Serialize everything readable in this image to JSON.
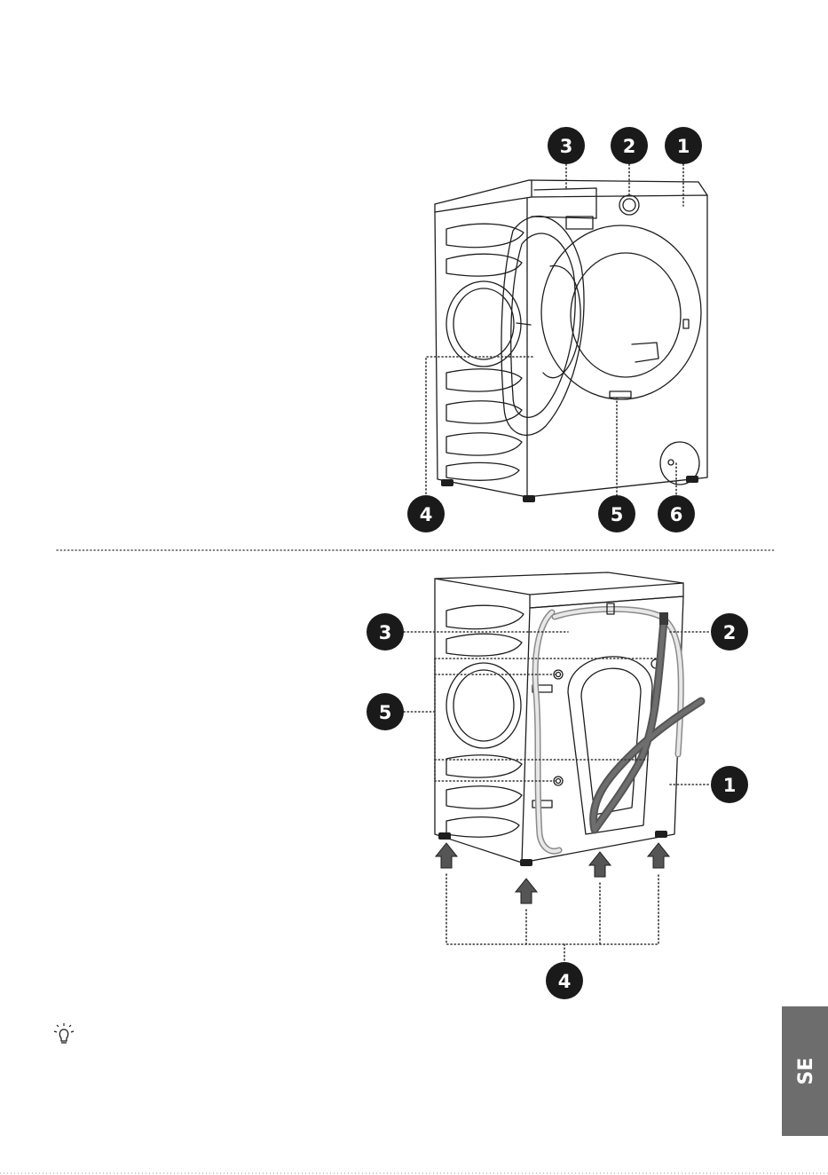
{
  "front_view": {
    "callouts": [
      "1",
      "2",
      "3",
      "4",
      "5",
      "6"
    ]
  },
  "rear_view": {
    "callouts": [
      "1",
      "2",
      "3",
      "4",
      "5"
    ]
  },
  "language_tab": {
    "label": "SE",
    "color": "#6d6d6d"
  },
  "tip": {
    "icon": "lightbulb-icon"
  },
  "colors": {
    "callout_fill": "#1a1a1a",
    "hose": "#5a5a5a",
    "arrow": "#555555"
  }
}
